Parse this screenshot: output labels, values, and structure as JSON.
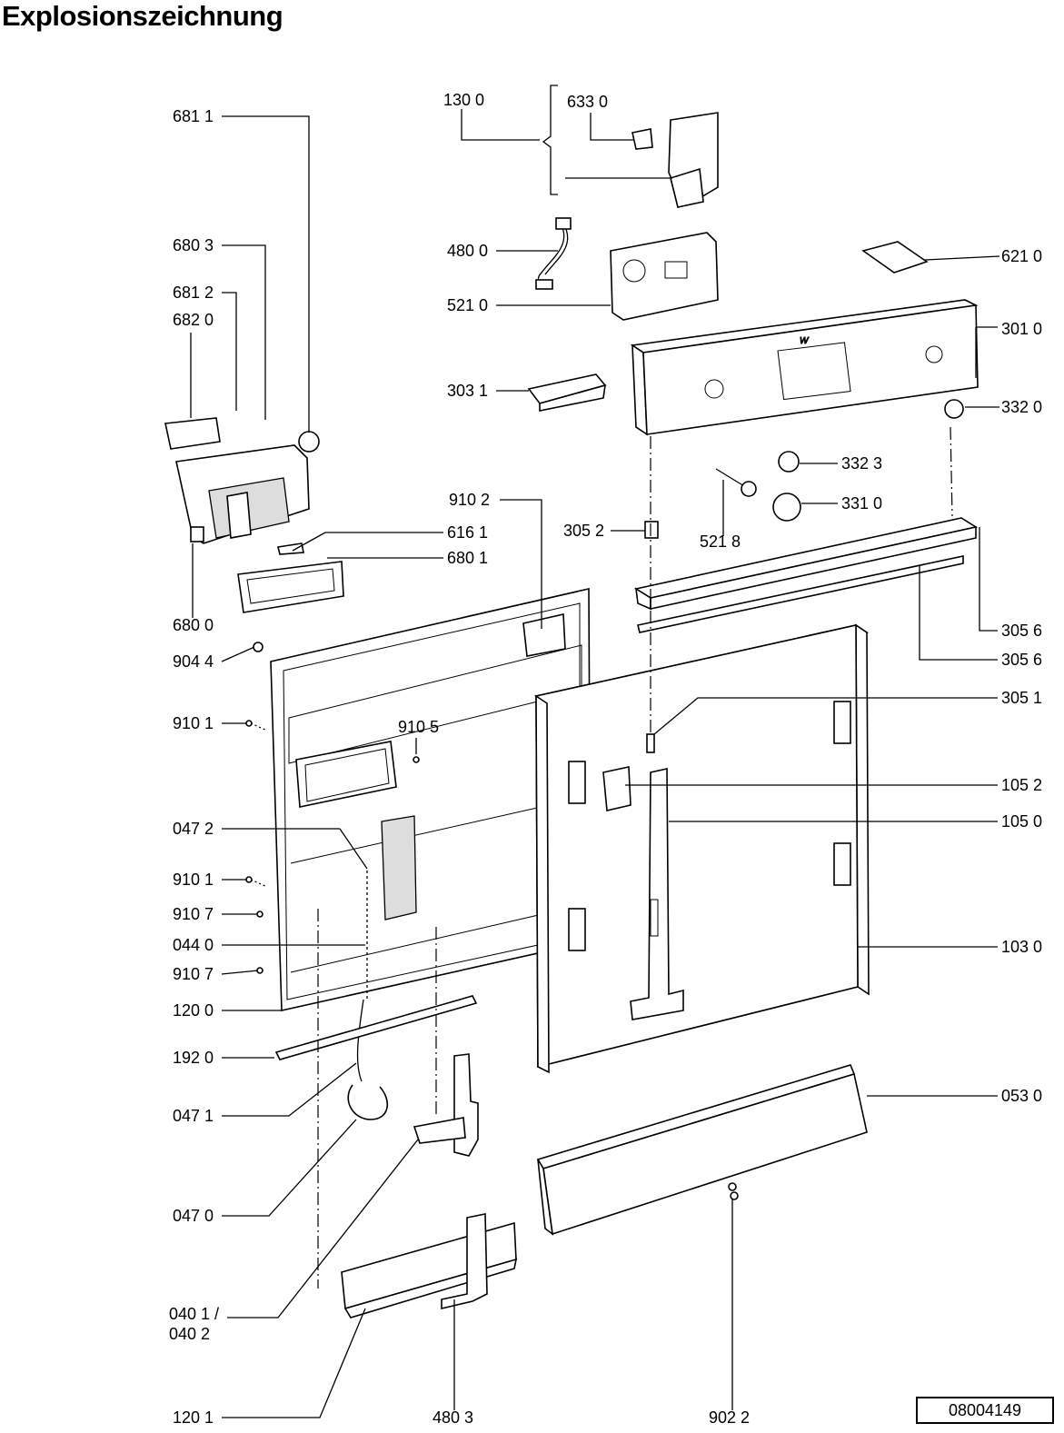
{
  "title": "Explosionszeichnung",
  "drawing_number": "08004149",
  "labels": [
    {
      "id": "l-681-1",
      "text": "681 1"
    },
    {
      "id": "l-680-3",
      "text": "680 3"
    },
    {
      "id": "l-681-2",
      "text": "681 2"
    },
    {
      "id": "l-682-0",
      "text": "682 0"
    },
    {
      "id": "l-616-1",
      "text": "616 1"
    },
    {
      "id": "l-680-1",
      "text": "680 1"
    },
    {
      "id": "l-680-0",
      "text": "680 0"
    },
    {
      "id": "l-904-4",
      "text": "904 4"
    },
    {
      "id": "l-910-1a",
      "text": "910 1"
    },
    {
      "id": "l-910-5",
      "text": "910 5"
    },
    {
      "id": "l-047-2",
      "text": "047 2"
    },
    {
      "id": "l-910-1b",
      "text": "910 1"
    },
    {
      "id": "l-910-7a",
      "text": "910 7"
    },
    {
      "id": "l-044-0",
      "text": "044 0"
    },
    {
      "id": "l-910-7b",
      "text": "910 7"
    },
    {
      "id": "l-120-0",
      "text": "120 0"
    },
    {
      "id": "l-192-0",
      "text": "192 0"
    },
    {
      "id": "l-047-1",
      "text": "047 1"
    },
    {
      "id": "l-047-0",
      "text": "047 0"
    },
    {
      "id": "l-040-1",
      "text": "040 1 /"
    },
    {
      "id": "l-040-2",
      "text": "040 2"
    },
    {
      "id": "l-120-1",
      "text": "120 1"
    },
    {
      "id": "l-480-3",
      "text": "480 3"
    },
    {
      "id": "l-902-2",
      "text": "902 2"
    },
    {
      "id": "l-130-0",
      "text": "130 0"
    },
    {
      "id": "l-633-0",
      "text": "633 0"
    },
    {
      "id": "l-480-0",
      "text": "480 0"
    },
    {
      "id": "l-521-0",
      "text": "521 0"
    },
    {
      "id": "l-303-1",
      "text": "303 1"
    },
    {
      "id": "l-910-2",
      "text": "910 2"
    },
    {
      "id": "l-305-2",
      "text": "305 2"
    },
    {
      "id": "l-521-8",
      "text": "521 8"
    },
    {
      "id": "l-621-0",
      "text": "621 0"
    },
    {
      "id": "l-301-0",
      "text": "301 0"
    },
    {
      "id": "l-332-0",
      "text": "332 0"
    },
    {
      "id": "l-332-3",
      "text": "332 3"
    },
    {
      "id": "l-331-0",
      "text": "331 0"
    },
    {
      "id": "l-305-6a",
      "text": "305 6"
    },
    {
      "id": "l-305-6b",
      "text": "305 6"
    },
    {
      "id": "l-305-1",
      "text": "305 1"
    },
    {
      "id": "l-105-2",
      "text": "105 2"
    },
    {
      "id": "l-105-0",
      "text": "105 0"
    },
    {
      "id": "l-103-0",
      "text": "103 0"
    },
    {
      "id": "l-053-0",
      "text": "053 0"
    }
  ]
}
